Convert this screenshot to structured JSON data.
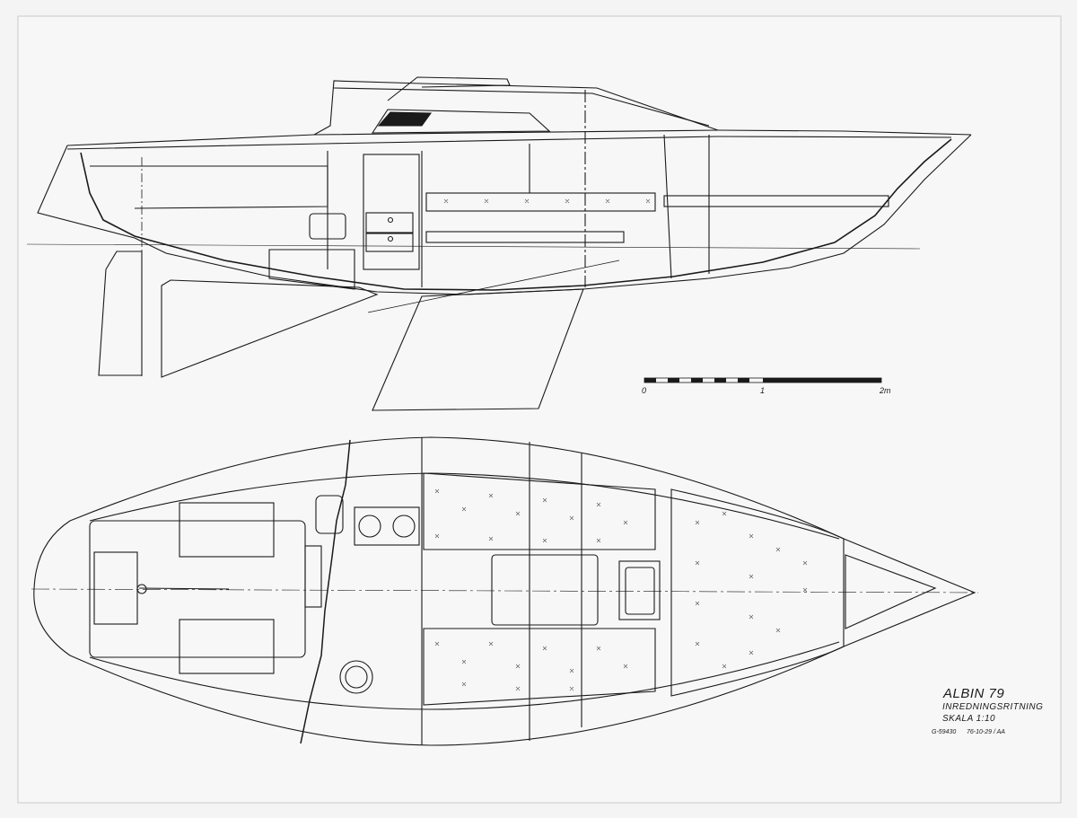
{
  "title_block": {
    "boat_name": "ALBIN 79",
    "drawing_type": "INREDNINGSRITNING",
    "scale": "SKALA 1:10",
    "drawing_number": "G-59430",
    "date_initials": "76-10-29 / AA"
  },
  "scale_bar": {
    "labels": [
      "0",
      "1",
      "2m"
    ]
  },
  "colors": {
    "paper": "#f4f4f4",
    "ink": "#1a1a1a"
  }
}
